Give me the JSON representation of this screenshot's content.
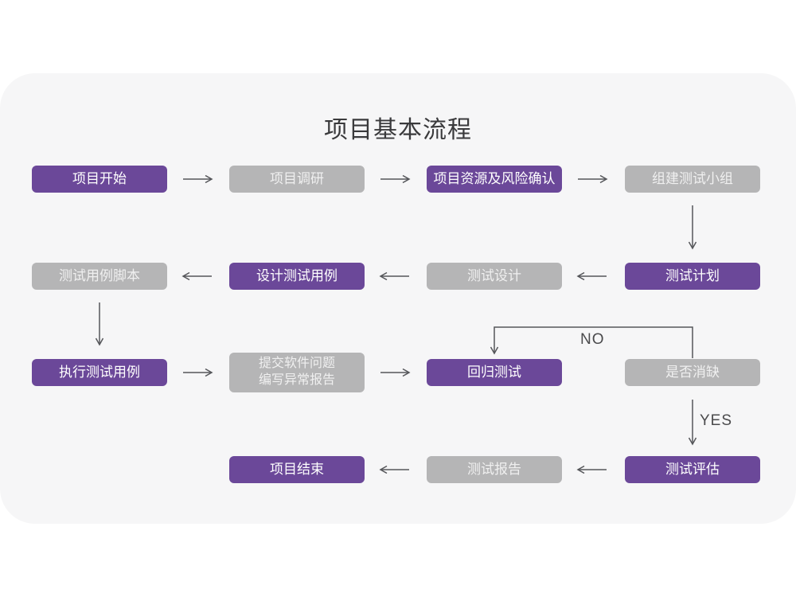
{
  "page": {
    "title": "项目基本流程"
  },
  "colors": {
    "purple": "#6B4899",
    "gray": "#B5B5B6",
    "card_bg": "#F6F6F7",
    "page_bg": "#FFFFFF",
    "arrow": "#55565A",
    "title_text": "#3A3A3C",
    "edge_label_text": "#4A4A4C",
    "purple_text": "#FFFFFF",
    "gray_text": "#F0F0F0"
  },
  "edge_labels": {
    "no": "NO",
    "yes": "YES"
  },
  "nodes": {
    "project_start": {
      "label": "项目开始",
      "variant": "purple"
    },
    "project_research": {
      "label": "项目调研",
      "variant": "gray"
    },
    "resource_risk": {
      "label": "项目资源及风险确认",
      "variant": "purple"
    },
    "build_test_team": {
      "label": "组建测试小组",
      "variant": "gray"
    },
    "test_plan": {
      "label": "测试计划",
      "variant": "purple"
    },
    "test_design": {
      "label": "测试设计",
      "variant": "gray"
    },
    "design_test_cases": {
      "label": "设计测试用例",
      "variant": "purple"
    },
    "test_case_script": {
      "label": "测试用例脚本",
      "variant": "gray"
    },
    "execute_test_cases": {
      "label": "执行测试用例",
      "variant": "purple"
    },
    "submit_issue_report": {
      "label": "提交软件问题\n编写异常报告",
      "variant": "gray"
    },
    "regression_test": {
      "label": "回归测试",
      "variant": "purple"
    },
    "defect_resolved": {
      "label": "是否消缺",
      "variant": "gray"
    },
    "test_evaluation": {
      "label": "测试评估",
      "variant": "purple"
    },
    "test_report": {
      "label": "测试报告",
      "variant": "gray"
    },
    "project_end": {
      "label": "项目结束",
      "variant": "purple"
    }
  }
}
